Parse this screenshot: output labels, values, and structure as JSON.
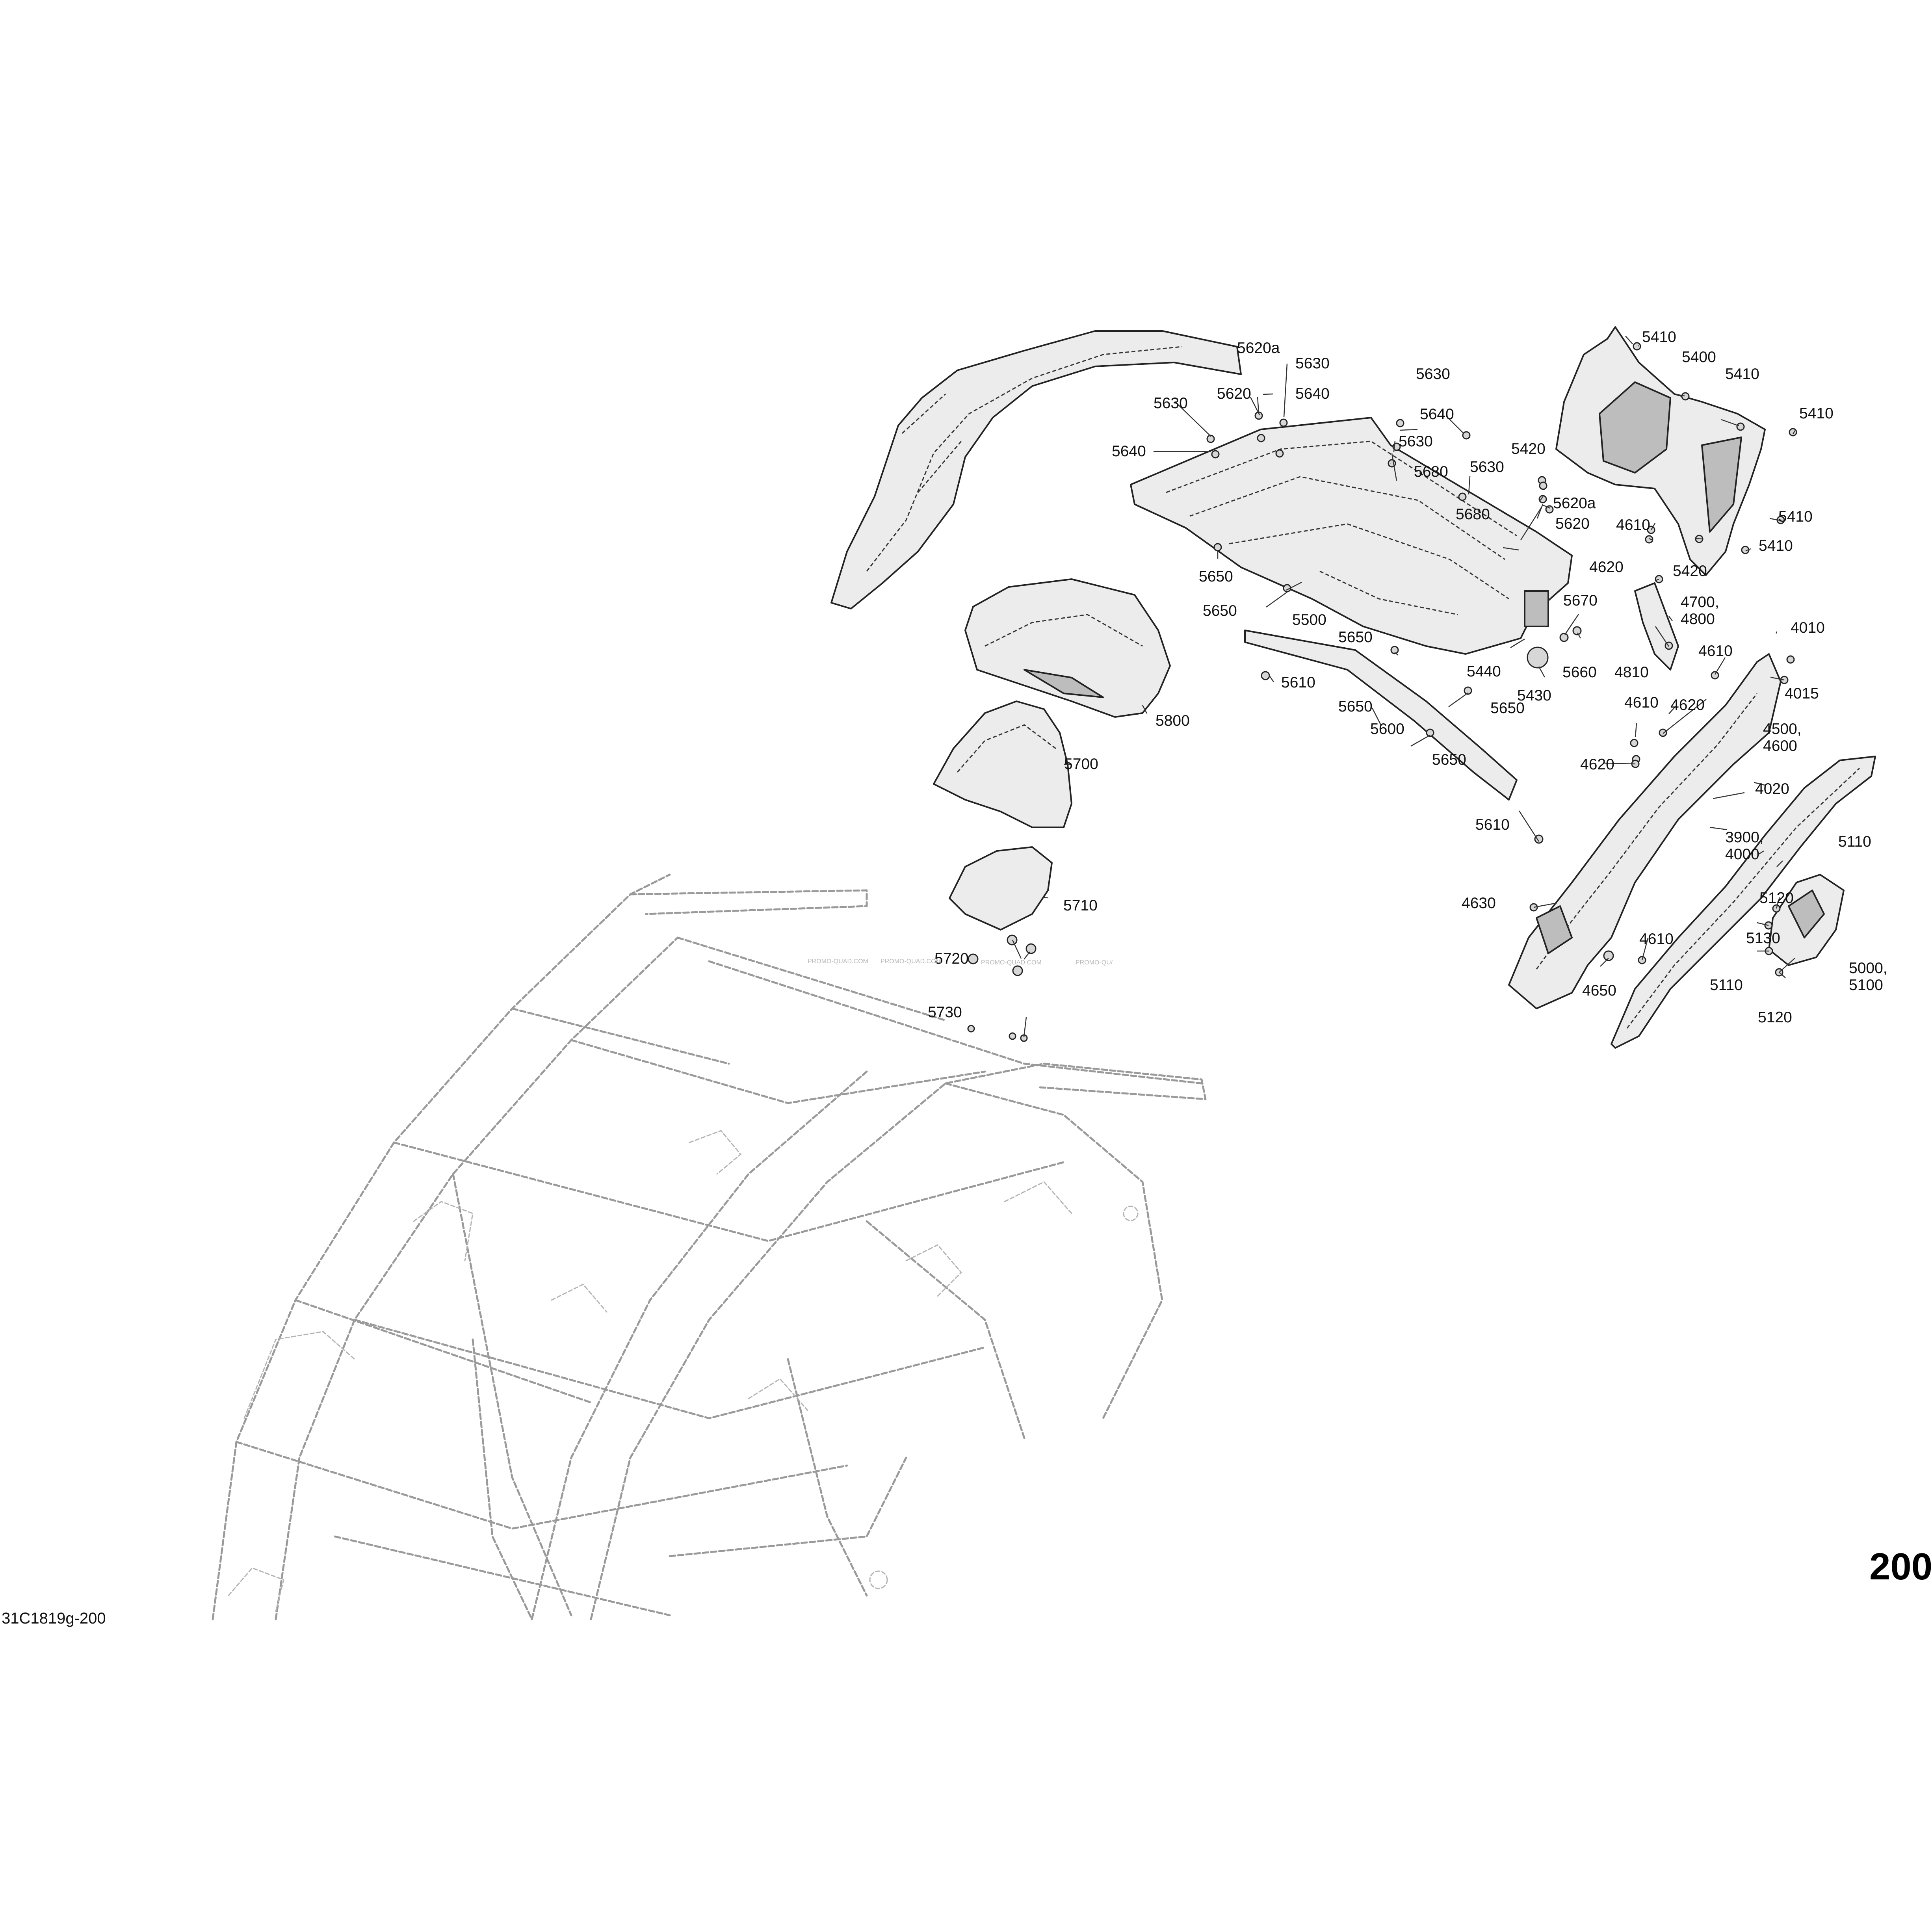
{
  "page_number": "200",
  "document_code": "31C1819g-200",
  "watermarks": [
    "PROMO-QUAD.COM",
    "PROMO-QUAD.COM",
    "PROMO-QUAD.COM",
    "PROMO-QU/"
  ],
  "callouts": {
    "c_5620a_top": "5620a",
    "c_5630_top": "5630",
    "c_5620_top": "5620",
    "c_5640_top": "5640",
    "c_5630_left": "5630",
    "c_5640_left": "5640",
    "c_5630_mid": "5630",
    "c_5640_mid": "5640",
    "c_5630_mid2": "5630",
    "c_5630_right": "5630",
    "c_5680_a": "5680",
    "c_5680_b": "5680",
    "c_5650_a": "5650",
    "c_5650_b": "5650",
    "c_5650_c": "5650",
    "c_5650_d": "5650",
    "c_5650_e": "5650",
    "c_5650_f": "5650",
    "c_5500": "5500",
    "c_5420_a": "5420",
    "c_5620a_right": "5620a",
    "c_5620_right": "5620",
    "c_5410_a": "5410",
    "c_5400": "5400",
    "c_5410_b": "5410",
    "c_5410_c": "5410",
    "c_5410_d": "5410",
    "c_5410_e": "5410",
    "c_5420_b": "5420",
    "c_4610_a": "4610",
    "c_4620_a": "4620",
    "c_4700_4800": "4700,\n4800",
    "c_4810": "4810",
    "c_5670": "5670",
    "c_5660": "5660",
    "c_5440": "5440",
    "c_5430": "5430",
    "c_5610_a": "5610",
    "c_5600": "5600",
    "c_5610_b": "5610",
    "c_5800": "5800",
    "c_5700": "5700",
    "c_5710": "5710",
    "c_5720": "5720",
    "c_5730": "5730",
    "c_4010": "4010",
    "c_4015": "4015",
    "c_4610_b": "4610",
    "c_4610_c": "4610",
    "c_4620_b": "4620",
    "c_4620_c": "4620",
    "c_4500_4600": "4500,\n4600",
    "c_4020": "4020",
    "c_3900_4000": "3900,\n4000",
    "c_5110_a": "5110",
    "c_5120_a": "5120",
    "c_5130": "5130",
    "c_4630": "4630",
    "c_4610_d": "4610",
    "c_4650": "4650",
    "c_5110_b": "5110",
    "c_5000_5100": "5000,\n5100",
    "c_5120_b": "5120"
  }
}
